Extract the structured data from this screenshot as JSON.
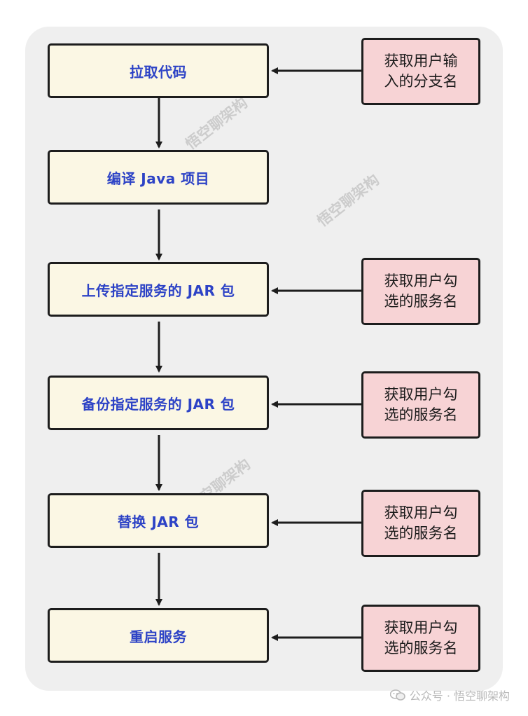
{
  "steps": [
    {
      "label": "拉取代码"
    },
    {
      "label": "编译 Java 项目"
    },
    {
      "label": "上传指定服务的 JAR 包"
    },
    {
      "label": "备份指定服务的 JAR 包"
    },
    {
      "label": "替换 JAR 包"
    },
    {
      "label": "重启服务"
    }
  ],
  "inputs": [
    {
      "line1": "获取用户输",
      "line2": "入的分支名",
      "target_step": 0
    },
    {
      "line1": "获取用户勾",
      "line2": "选的服务名",
      "target_step": 2
    },
    {
      "line1": "获取用户勾",
      "line2": "选的服务名",
      "target_step": 3
    },
    {
      "line1": "获取用户勾",
      "line2": "选的服务名",
      "target_step": 4
    },
    {
      "line1": "获取用户勾",
      "line2": "选的服务名",
      "target_step": 5
    }
  ],
  "watermark": {
    "text": "悟空聊架构"
  },
  "footer": {
    "text": "公众号 · 悟空聊架构",
    "icon": "wechat-icon"
  },
  "colors": {
    "step_fill": "#fbf7e4",
    "step_text": "#2d43c6",
    "input_fill": "#f7d3d5",
    "stroke": "#1d1d1d",
    "panel": "#efefef"
  }
}
